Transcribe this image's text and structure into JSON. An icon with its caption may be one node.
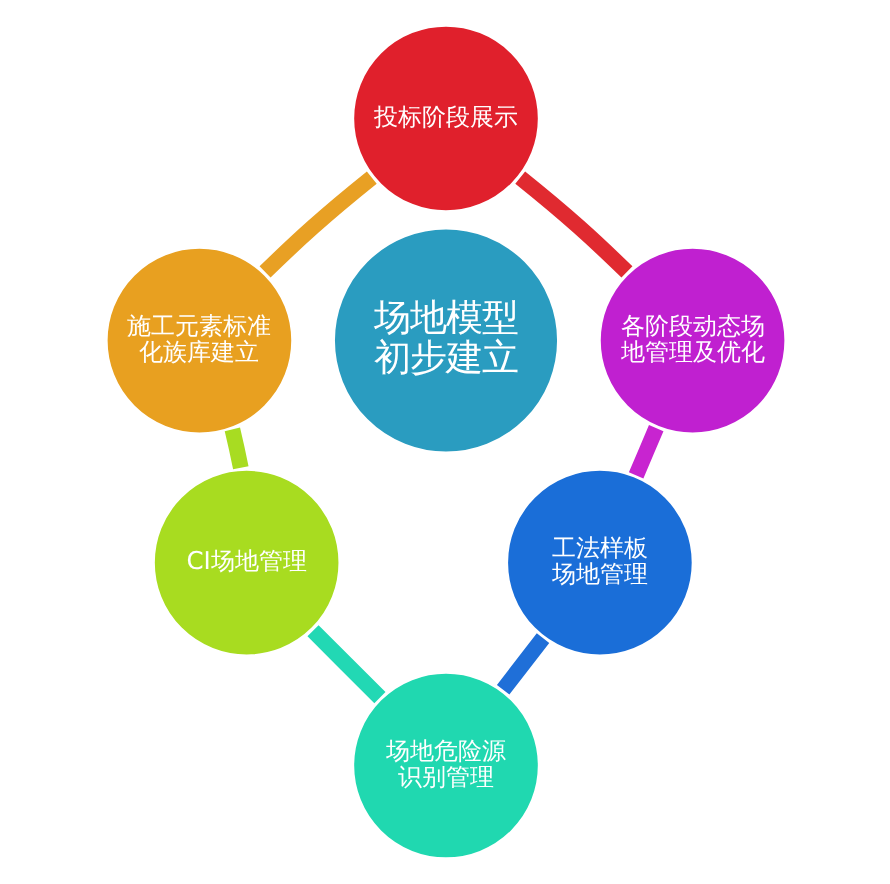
{
  "diagram": {
    "nodes": [
      {
        "text": [
          "场地模型初步建立"
        ]
      },
      {
        "text": [
          "投标阶段展示"
        ]
      },
      {
        "text": [
          "各阶段动态场地管理及优化"
        ]
      },
      {
        "text": [
          "工法样板场地管理"
        ]
      },
      {
        "text": [
          "场地危险源识别管理"
        ]
      },
      {
        "text": [
          "CI场地管理"
        ]
      },
      {
        "text": [
          "施工元素标准化族库建立"
        ]
      }
    ],
    "edges": [
      {
        "from": 1,
        "to": 2,
        "arrow": "none",
        "color": "#e02a30"
      },
      {
        "from": 2,
        "to": 3,
        "arrow": "none",
        "color": "#c824d0"
      },
      {
        "from": 3,
        "to": 4,
        "arrow": "none",
        "color": "#1f6fd8"
      },
      {
        "from": 4,
        "to": 5,
        "arrow": "none",
        "color": "#22d8b4"
      },
      {
        "from": 5,
        "to": 6,
        "arrow": "none",
        "color": "#a8dc22"
      },
      {
        "from": 6,
        "to": 1,
        "arrow": "none",
        "color": "#e8a024"
      }
    ]
  }
}
